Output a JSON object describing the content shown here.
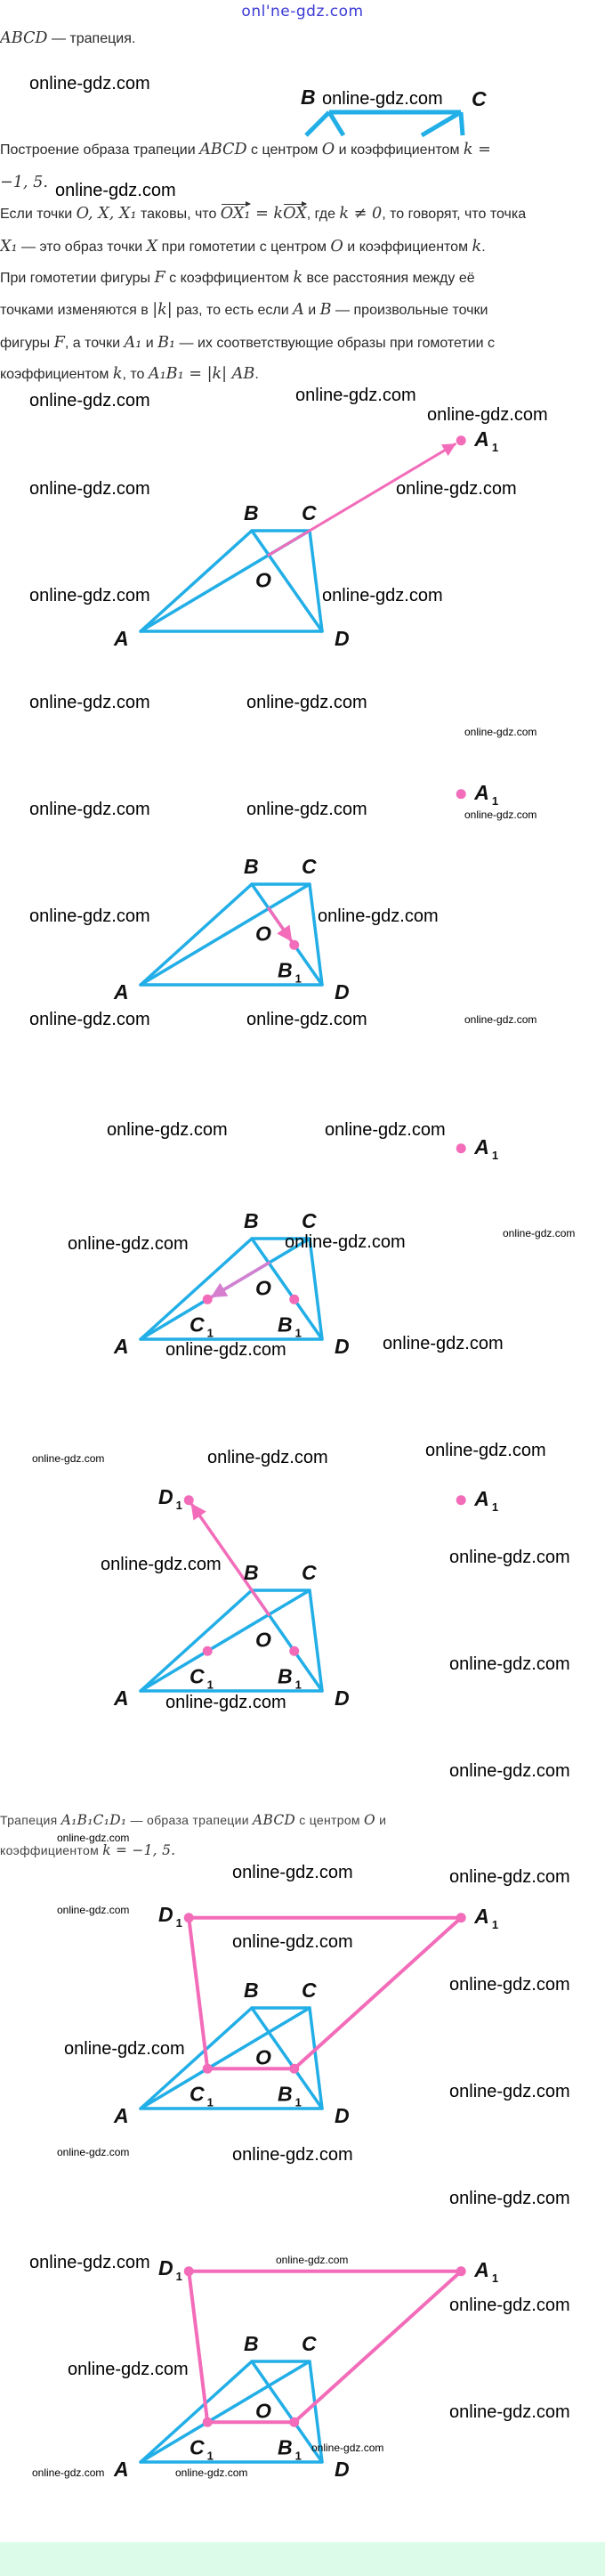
{
  "header": {
    "site": "onl'ne-gdz.com"
  },
  "watermark": "online-gdz.com",
  "intro": [
    [
      {
        "t": "ABCD",
        "m": 1
      },
      {
        "t": " — трапеция."
      }
    ]
  ],
  "theory": [
    [
      {
        "t": "Построение образа трапеции "
      },
      {
        "t": "ABCD",
        "m": 1
      },
      {
        "t": " с центром "
      },
      {
        "t": "O",
        "m": 1
      },
      {
        "t": " и коэффициентом "
      },
      {
        "t": "k =",
        "m": 1
      }
    ],
    [
      {
        "t": "−1, 5.",
        "m": 1
      }
    ],
    [
      {
        "t": "Если точки "
      },
      {
        "t": "O, X, X₁",
        "m": 1
      },
      {
        "t": " таковы, что "
      },
      {
        "t": "OX₁",
        "m": 1,
        "v": 1
      },
      {
        "t": " = k",
        "m": 1
      },
      {
        "t": "OX",
        "m": 1,
        "v": 1
      },
      {
        "t": ", где "
      },
      {
        "t": "k ≠ 0",
        "m": 1
      },
      {
        "t": ", то говорят, что точка"
      }
    ],
    [
      {
        "t": "X₁",
        "m": 1
      },
      {
        "t": " — это образ точки "
      },
      {
        "t": "X",
        "m": 1
      },
      {
        "t": " при гомотетии с центром "
      },
      {
        "t": "O",
        "m": 1
      },
      {
        "t": " и коэффициентом "
      },
      {
        "t": "k",
        "m": 1
      },
      {
        "t": "."
      }
    ],
    [
      {
        "t": "При гомотетии фигуры "
      },
      {
        "t": "F",
        "m": 1
      },
      {
        "t": " с коэффициентом "
      },
      {
        "t": "k",
        "m": 1
      },
      {
        "t": " все расстояния между её"
      }
    ],
    [
      {
        "t": "точками изменяются в "
      },
      {
        "t": "|k|",
        "m": 1
      },
      {
        "t": " раз, то есть если "
      },
      {
        "t": "A",
        "m": 1
      },
      {
        "t": " и "
      },
      {
        "t": "B",
        "m": 1
      },
      {
        "t": " — произвольные точки"
      }
    ],
    [
      {
        "t": "фигуры "
      },
      {
        "t": "F",
        "m": 1
      },
      {
        "t": ", а точки "
      },
      {
        "t": "A₁",
        "m": 1
      },
      {
        "t": " и "
      },
      {
        "t": "B₁",
        "m": 1
      },
      {
        "t": " — их соответствующие образы при гомотетии с"
      }
    ],
    [
      {
        "t": "коэффициентом "
      },
      {
        "t": "k",
        "m": 1
      },
      {
        "t": ", то "
      },
      {
        "t": "A₁B₁ = |k| AB",
        "m": 1
      },
      {
        "t": "."
      }
    ]
  ],
  "conclusion": [
    [
      {
        "t": "Трапеция "
      },
      {
        "t": "A₁B₁C₁D₁",
        "m": 1
      },
      {
        "t": " — образа трапеции "
      },
      {
        "t": "ABCD",
        "m": 1
      },
      {
        "t": " с центром "
      },
      {
        "t": "O",
        "m": 1
      },
      {
        "t": " и"
      }
    ],
    [
      {
        "t": "коэффициентом "
      },
      {
        "t": "k = −1, 5.",
        "m": 1
      }
    ]
  ],
  "figure": {
    "k": -1.5,
    "labels": {
      "A": "A",
      "B": "B",
      "C": "C",
      "D": "D",
      "O": "O",
      "sub": "1"
    },
    "colors": {
      "figure": "#22aee6",
      "image": "#f26cb9",
      "arrow_c1": "#d67fd0"
    }
  }
}
